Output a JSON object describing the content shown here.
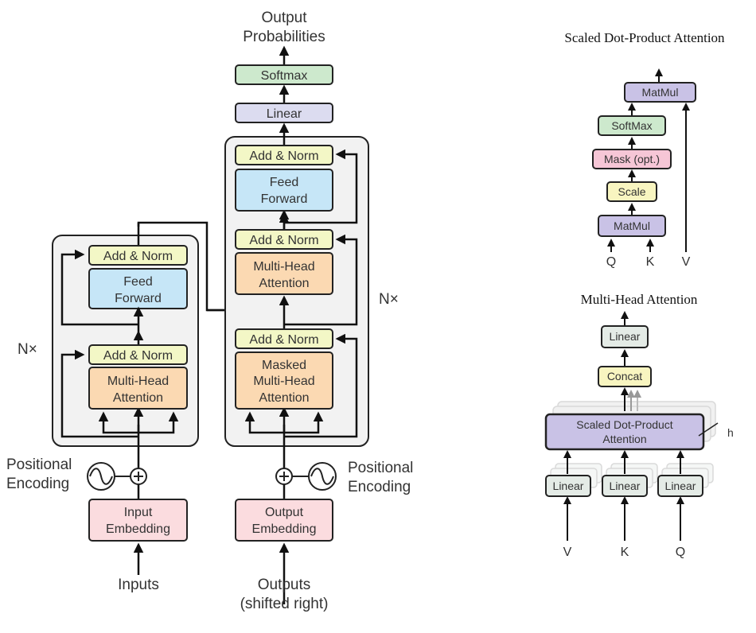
{
  "encoder": {
    "add_norm_top": "Add & Norm",
    "ffn_line1": "Feed",
    "ffn_line2": "Forward",
    "add_norm_bottom": "Add & Norm",
    "mha_line1": "Multi-Head",
    "mha_line2": "Attention",
    "nx": "N×",
    "positional_line1": "Positional",
    "positional_line2": "Encoding",
    "embed_line1": "Input",
    "embed_line2": "Embedding",
    "input_label": "Inputs"
  },
  "decoder": {
    "output_line1": "Output",
    "output_line2": "Probabilities",
    "softmax": "Softmax",
    "linear": "Linear",
    "add_norm_top": "Add & Norm",
    "ffn_line1": "Feed",
    "ffn_line2": "Forward",
    "add_norm_mid": "Add & Norm",
    "mha_line1": "Multi-Head",
    "mha_line2": "Attention",
    "add_norm_bottom": "Add & Norm",
    "masked_line1": "Masked",
    "masked_line2": "Multi-Head",
    "masked_line3": "Attention",
    "nx": "N×",
    "positional_line1": "Positional",
    "positional_line2": "Encoding",
    "embed_line1": "Output",
    "embed_line2": "Embedding",
    "output_label_line1": "Outputs",
    "output_label_line2": "(shifted right)"
  },
  "sdpa": {
    "title": "Scaled Dot-Product Attention",
    "matmul_top": "MatMul",
    "softmax": "SoftMax",
    "mask": "Mask (opt.)",
    "scale": "Scale",
    "matmul_bottom": "MatMul",
    "q": "Q",
    "k": "K",
    "v": "V"
  },
  "mha": {
    "title": "Multi-Head Attention",
    "linear_top": "Linear",
    "concat": "Concat",
    "sdpa_line1": "Scaled Dot-Product",
    "sdpa_line2": "Attention",
    "h": "h",
    "linear_v": "Linear",
    "linear_k": "Linear",
    "linear_q": "Linear",
    "v": "V",
    "k": "K",
    "q": "Q"
  },
  "colors": {
    "add_norm": "#f3f7c6",
    "feed_forward": "#c6e6f7",
    "attention": "#fbd9b2",
    "embedding": "#fbdcdf",
    "softmax": "#cde9cd",
    "linear": "#dcdcf0",
    "stack_bg": "#f2f2f2",
    "matmul": "#c9c2e6",
    "mask": "#f6c6d6",
    "scale": "#f8f5c0",
    "sdpa_block": "#c9c2e6",
    "mha_linear": "#e4ebe6",
    "concat": "#f8f5c0"
  }
}
